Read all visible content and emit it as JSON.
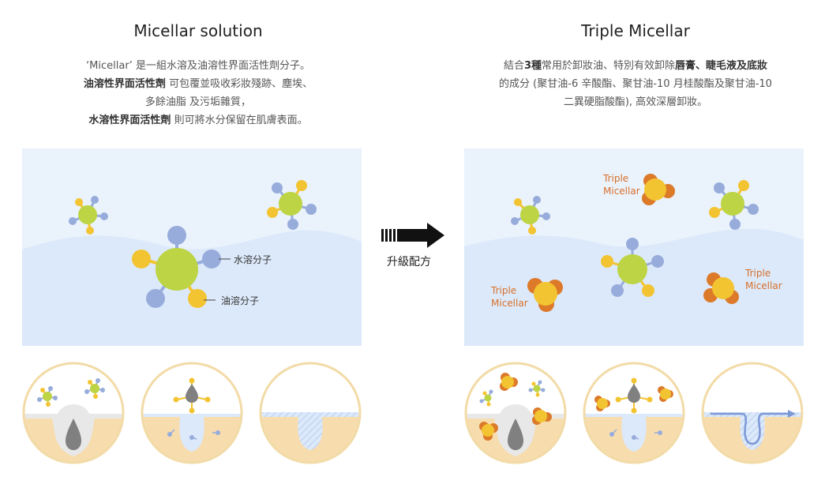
{
  "left": {
    "title": "Micellar solution",
    "desc": [
      {
        "plain": "‘Micellar’ 是一組水溶及油溶性界面活性劑分子。",
        "bold": ""
      },
      {
        "bold": "油溶性界面活性劑",
        "plain": " 可包覆並吸收彩妝殘跡、塵埃、"
      },
      {
        "bold": "",
        "plain": "多餘油脂 及污垢雜質，"
      },
      {
        "bold": "水溶性界面活性劑",
        "plain": " 則可將水分保留在肌膚表面。"
      }
    ],
    "labels": {
      "water": "水溶分子",
      "oil": "油溶分子"
    }
  },
  "center": {
    "upgrade_label": "升級配方"
  },
  "right": {
    "title": "Triple Micellar",
    "desc_line1_plain": "結合",
    "desc_line1_bold": "3種",
    "desc_line1_plain2": "常用於卸妝油、特別有效卸除",
    "desc_line1_bold2": "唇膏、睫毛液及底妝",
    "desc_line2": "的成分 (聚甘油-6 辛酸酯、聚甘油-10 月桂酸酯及聚甘油-10",
    "desc_line3": "二異硬脂酸酯), 高效深層卸妝。",
    "tag_line1": "Triple",
    "tag_line2": "Micellar"
  },
  "colors": {
    "panel_bg": "#eaf2fc",
    "wave": "#dce9fa",
    "green": "#bdd444",
    "blue_ball": "#97acdb",
    "yellow_ball": "#f3c431",
    "orange": "#dc7a2a",
    "skin": "#f7dcae",
    "circle_border": "#f2dba7",
    "tag_text": "#d8702a"
  }
}
